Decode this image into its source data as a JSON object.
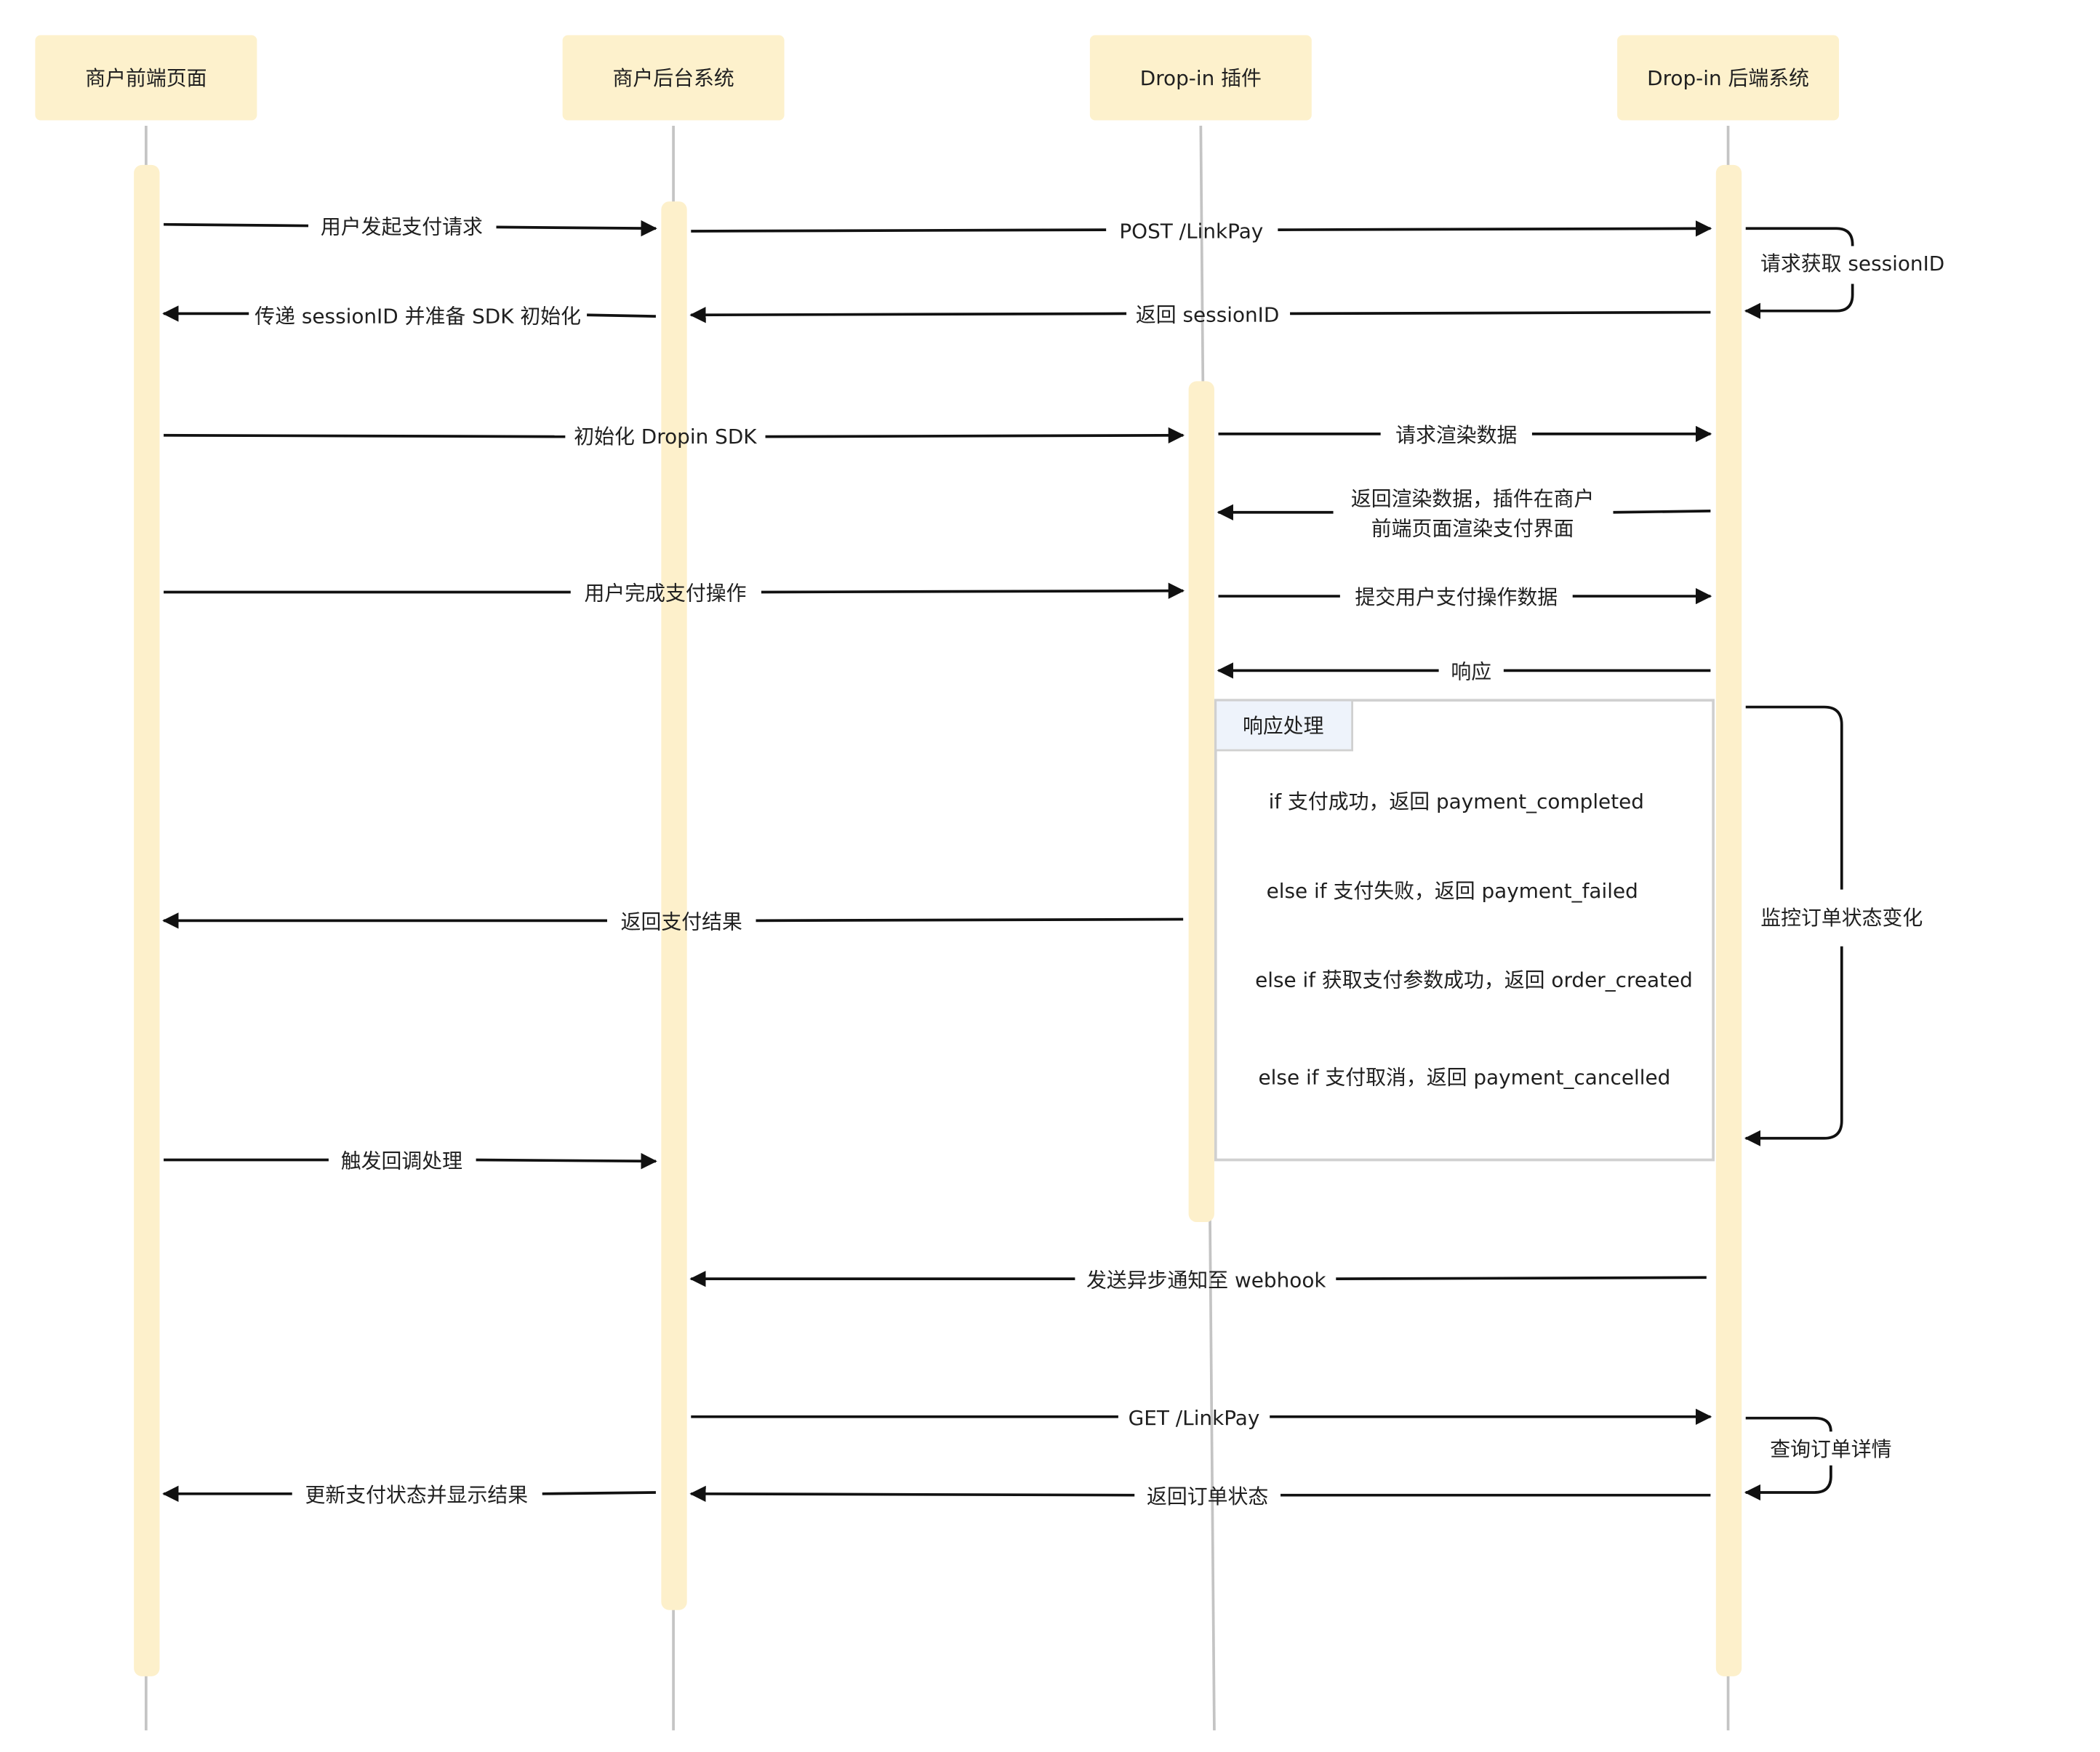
{
  "participants": [
    {
      "label": "商户前端页面"
    },
    {
      "label": "商户后台系统"
    },
    {
      "label": "Drop-in 插件"
    },
    {
      "label": "Drop-in 后端系统"
    }
  ],
  "messages": [
    {
      "text": "用户发起支付请求"
    },
    {
      "text": "POST /LinkPay"
    },
    {
      "text": "请求获取 sessionID"
    },
    {
      "text": "传递 sessionID 并准备 SDK 初始化"
    },
    {
      "text": "返回 sessionID"
    },
    {
      "text": "初始化 Dropin SDK"
    },
    {
      "text": "请求渲染数据"
    },
    {
      "text_line1": "返回渲染数据，插件在商户",
      "text_line2": "前端页面渲染支付界面"
    },
    {
      "text": "用户完成支付操作"
    },
    {
      "text": "提交用户支付操作数据"
    },
    {
      "text": "响应"
    },
    {
      "text": "返回支付结果"
    },
    {
      "text": "监控订单状态变化"
    },
    {
      "text": "触发回调处理"
    },
    {
      "text": "发送异步通知至 webhook"
    },
    {
      "text": "GET /LinkPay"
    },
    {
      "text": "查询订单详情"
    },
    {
      "text": "更新支付状态并显示结果"
    },
    {
      "text": "返回订单状态"
    }
  ],
  "response_box": {
    "title": "响应处理",
    "lines": [
      "if 支付成功，返回 payment_completed",
      "else if 支付失败，返回 payment_failed",
      "else if 获取支付参数成功，返回 order_created",
      "else if 支付取消，返回 payment_cancelled"
    ]
  },
  "colors": {
    "participant_box": "#fdf1cc",
    "activation_bar": "#fdf0cb",
    "lifeline": "#c4c4c4",
    "arrow": "#111111",
    "note_header": "#eef3fb",
    "note_border": "#d0d0d0"
  }
}
